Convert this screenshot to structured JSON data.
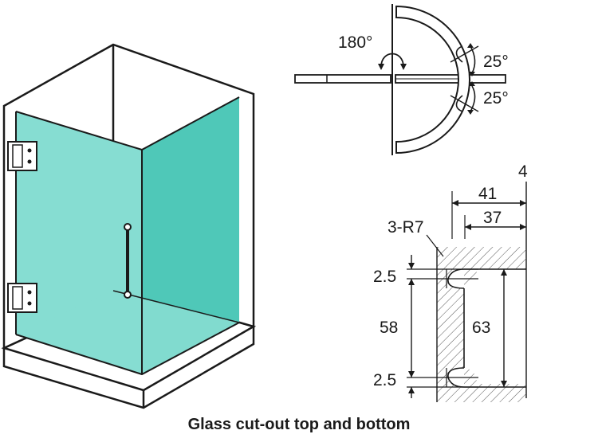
{
  "rotation": {
    "swing_label": "180°",
    "outward_label": "25°",
    "inward_label": "25°"
  },
  "cutout": {
    "thickness_label": "4",
    "width_outer_label": "41",
    "width_inner_label": "37",
    "radius_label": "3-R7",
    "top_offset_label": "2.5",
    "inner_height_label": "58",
    "outer_height_label": "63",
    "bottom_offset_label": "2.5"
  },
  "caption": "Glass cut-out top and bottom",
  "colors": {
    "glass": "#4fc8b8",
    "glass_light": "#86ddd2",
    "line": "#1a1a1a"
  }
}
